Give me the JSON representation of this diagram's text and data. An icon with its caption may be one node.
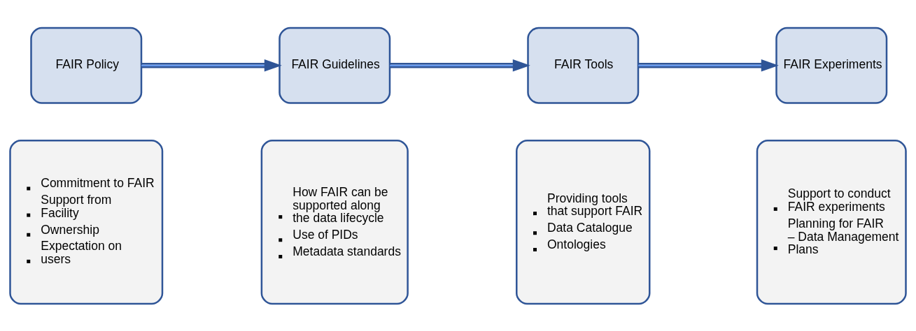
{
  "diagram": {
    "nodes": [
      {
        "text": [
          "FAIR Policy"
        ]
      },
      {
        "text": [
          "FAIR Guidelines"
        ]
      },
      {
        "text": [
          "FAIR Tools"
        ]
      },
      {
        "text": [
          "FAIR Experiments"
        ]
      },
      {
        "text": [
          "Commitment to FAIR",
          "Support from Facility",
          "Ownership",
          "Expectation on users"
        ]
      },
      {
        "text": [
          "How FAIR can be supported along the data lifecycle",
          "Use of PIDs",
          "Metadata standards"
        ]
      },
      {
        "text": [
          "Providing tools that support FAIR",
          "Data Catalogue",
          "Ontologies"
        ]
      },
      {
        "text": [
          "Support to conduct FAIR experiments",
          "Planning for FAIR – Data Management Plans"
        ]
      }
    ],
    "edges": [
      {
        "from": 0,
        "to": 1,
        "arrow": "to"
      },
      {
        "from": 1,
        "to": 2,
        "arrow": "to"
      },
      {
        "from": 2,
        "to": 3,
        "arrow": "to"
      }
    ]
  }
}
